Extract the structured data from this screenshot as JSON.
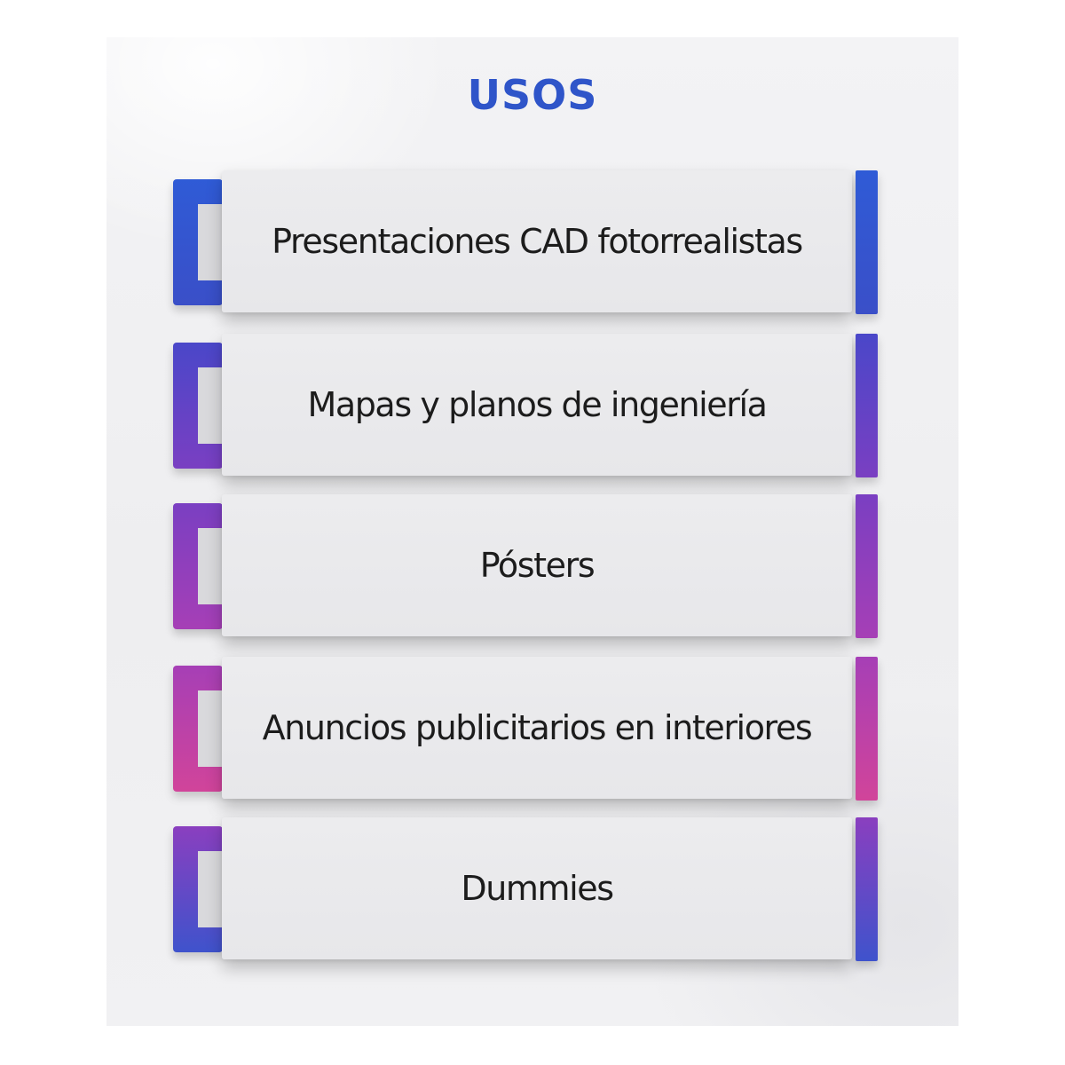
{
  "title": "USOS",
  "items": [
    {
      "label": "Presentaciones CAD fotorrealistas",
      "color_top": "#2f5bd6",
      "color_bottom": "#3a4fc8"
    },
    {
      "label": "Mapas y planos de ingeniería",
      "color_top": "#4a47c9",
      "color_bottom": "#7a3fc2"
    },
    {
      "label": "Pósters",
      "color_top": "#7a3fc2",
      "color_bottom": "#a63fb6"
    },
    {
      "label": "Anuncios publicitarios en interiores",
      "color_top": "#a63fb6",
      "color_bottom": "#d1449a"
    },
    {
      "label": "Dummies",
      "color_top": "#8a3fbf",
      "color_bottom": "#3f53cc"
    }
  ]
}
